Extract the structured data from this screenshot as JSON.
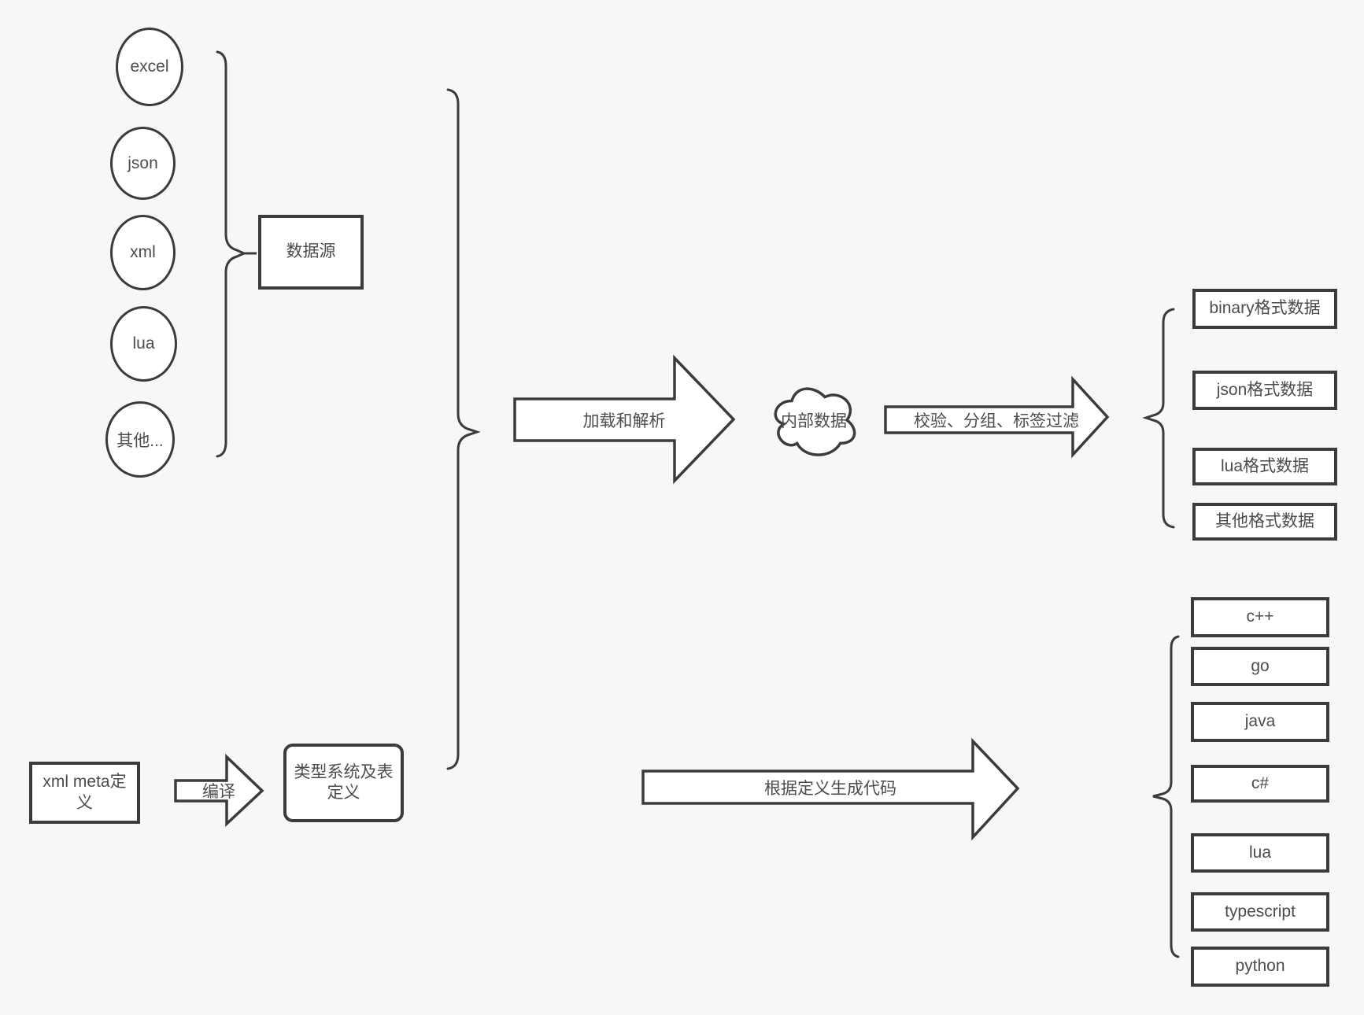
{
  "canvas": {
    "background": "#f7f7f7",
    "stroke_color": "#3b3b3b",
    "text_color": "#4c4c4c",
    "shape_fill": "#ffffff"
  },
  "data_sources": {
    "items": [
      {
        "label": "excel"
      },
      {
        "label": "json"
      },
      {
        "label": "xml"
      },
      {
        "label": "lua"
      },
      {
        "label": "其他..."
      }
    ],
    "group_box_label": "数据源"
  },
  "pipeline": {
    "load_parse_arrow_label": "加载和解析",
    "internal_data_cloud_label": "内部数据",
    "filter_arrow_label": "校验、分组、标签过滤"
  },
  "output_formats": {
    "items": [
      {
        "label": "binary格式数据"
      },
      {
        "label": "json格式数据"
      },
      {
        "label": "lua格式数据"
      },
      {
        "label": "其他格式数据"
      }
    ]
  },
  "definition_flow": {
    "xml_meta_box_label": "xml meta定义",
    "compile_arrow_label": "编译",
    "type_system_box_label": "类型系统及表定义",
    "codegen_arrow_label": "根据定义生成代码"
  },
  "languages": {
    "items": [
      {
        "label": "c++"
      },
      {
        "label": "go"
      },
      {
        "label": "java"
      },
      {
        "label": "c#"
      },
      {
        "label": "lua"
      },
      {
        "label": "typescript"
      },
      {
        "label": "python"
      }
    ]
  }
}
